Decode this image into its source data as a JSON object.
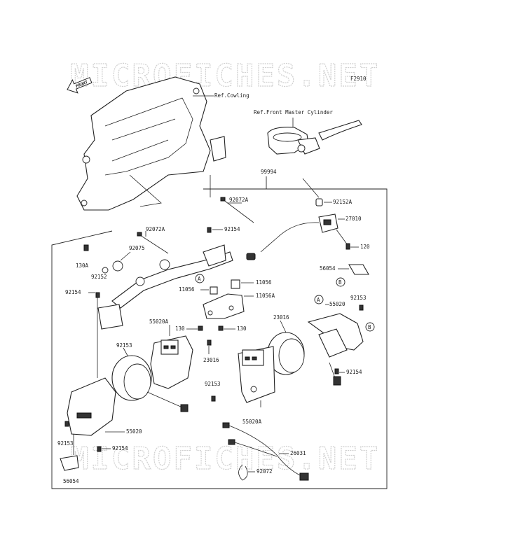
{
  "watermark": {
    "top": "MICROFICHES.NET",
    "bottom": "MICROFICHES.NET"
  },
  "diagram_code": "F2910",
  "front_marker": "FRONT",
  "references": {
    "cowling": "Ref.Cowling",
    "master_cylinder": "Ref.Front Master Cylinder"
  },
  "callouts": {
    "circle_a": "A",
    "circle_b": "B"
  },
  "parts": [
    {
      "id": "p99994",
      "label": "99994"
    },
    {
      "id": "p92072A_top",
      "label": "92072A"
    },
    {
      "id": "p92152A",
      "label": "92152A"
    },
    {
      "id": "p27010",
      "label": "27010"
    },
    {
      "id": "p120",
      "label": "120"
    },
    {
      "id": "p92072A_mid",
      "label": "92072A"
    },
    {
      "id": "p92154_top",
      "label": "92154"
    },
    {
      "id": "p92075",
      "label": "92075"
    },
    {
      "id": "p130A",
      "label": "130A"
    },
    {
      "id": "p92152",
      "label": "92152"
    },
    {
      "id": "p56054_r",
      "label": "56054"
    },
    {
      "id": "p92154_left",
      "label": "92154"
    },
    {
      "id": "p11056_l",
      "label": "11056"
    },
    {
      "id": "p11056_r",
      "label": "11056"
    },
    {
      "id": "p11056A",
      "label": "11056A"
    },
    {
      "id": "p55020_r",
      "label": "55020"
    },
    {
      "id": "p92153_r",
      "label": "92153"
    },
    {
      "id": "p55020A",
      "label": "55020A"
    },
    {
      "id": "p130_l",
      "label": "130"
    },
    {
      "id": "p130_r",
      "label": "130"
    },
    {
      "id": "p23016_r",
      "label": "23016"
    },
    {
      "id": "p23016_l",
      "label": "23016"
    },
    {
      "id": "p92153_mid",
      "label": "92153"
    },
    {
      "id": "p92154_r",
      "label": "92154"
    },
    {
      "id": "p92153_lower",
      "label": "92153"
    },
    {
      "id": "p55020A_lower",
      "label": "55020A"
    },
    {
      "id": "p55020_l",
      "label": "55020"
    },
    {
      "id": "p92153_l",
      "label": "92153"
    },
    {
      "id": "p92154_bl",
      "label": "92154"
    },
    {
      "id": "p26031",
      "label": "26031"
    },
    {
      "id": "p92072",
      "label": "92072"
    },
    {
      "id": "p56054_l",
      "label": "56054"
    }
  ]
}
